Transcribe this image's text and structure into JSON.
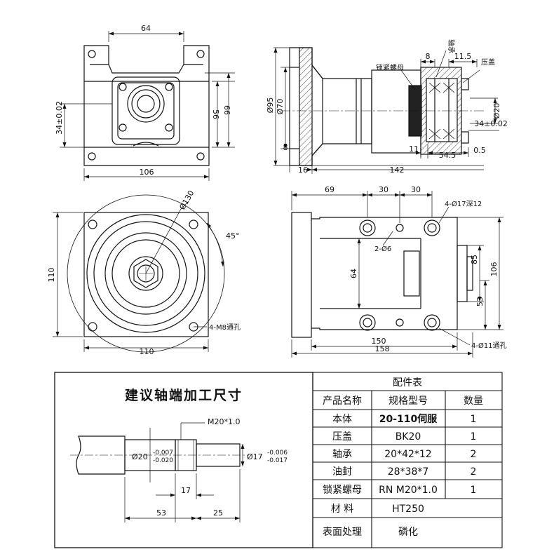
{
  "top_left": {
    "d64": "64",
    "d106": "106",
    "d56": "56",
    "d66": "66",
    "d34": "34±0.02"
  },
  "top_right": {
    "d95": "Ø95",
    "d70": "Ø70",
    "d8a": "8",
    "d8b": "8",
    "d115": "11.5",
    "d16": "16",
    "d142": "142",
    "d11": "11",
    "d545": "54.5",
    "d05": "0.5",
    "d20": "Ø20",
    "d34": "34±0.02",
    "lbl_bearing": "轴承",
    "lbl_cover": "压盖",
    "lbl_nut": "锁紧螺母"
  },
  "bottom_left": {
    "d130": "Ø130",
    "d45": "45°",
    "d110v": "110",
    "d110h": "110",
    "lbl_m8": "4-M8通孔"
  },
  "bottom_right": {
    "d69": "69",
    "d30a": "30",
    "d30b": "30",
    "lbl_17": "4-Ø17深12",
    "lbl_6": "2-Ø6",
    "d64": "64",
    "d85": "85",
    "d106": "106",
    "d53": "53",
    "d150": "150",
    "d158": "158",
    "lbl_11": "4-Ø11通孔"
  },
  "shaft": {
    "title": "建议轴端加工尺寸",
    "thread": "M20*1.0",
    "d20": "Ø20",
    "d20_up": "-0.007",
    "d20_lo": "-0.020",
    "d17": "Ø17",
    "d17_up": "-0.006",
    "d17_lo": "-0.017",
    "len17": "17",
    "len53": "53",
    "len25": "25"
  },
  "parts_table": {
    "title": "配件表",
    "headers": [
      "产品名称",
      "规格型号",
      "数量"
    ],
    "rows": [
      {
        "name": "本体",
        "spec": "20-110伺服",
        "qty": "1"
      },
      {
        "name": "压盖",
        "spec": "BK20",
        "qty": "1"
      },
      {
        "name": "轴承",
        "spec": "20*42*12",
        "qty": "2"
      },
      {
        "name": "油封",
        "spec": "28*38*7",
        "qty": "2"
      },
      {
        "name": "锁紧螺母",
        "spec": "RN M20*1.0",
        "qty": "1"
      }
    ],
    "material_label": "材 料",
    "material_value": "HT250",
    "finish_label": "表面处理",
    "finish_value": "磷化"
  }
}
